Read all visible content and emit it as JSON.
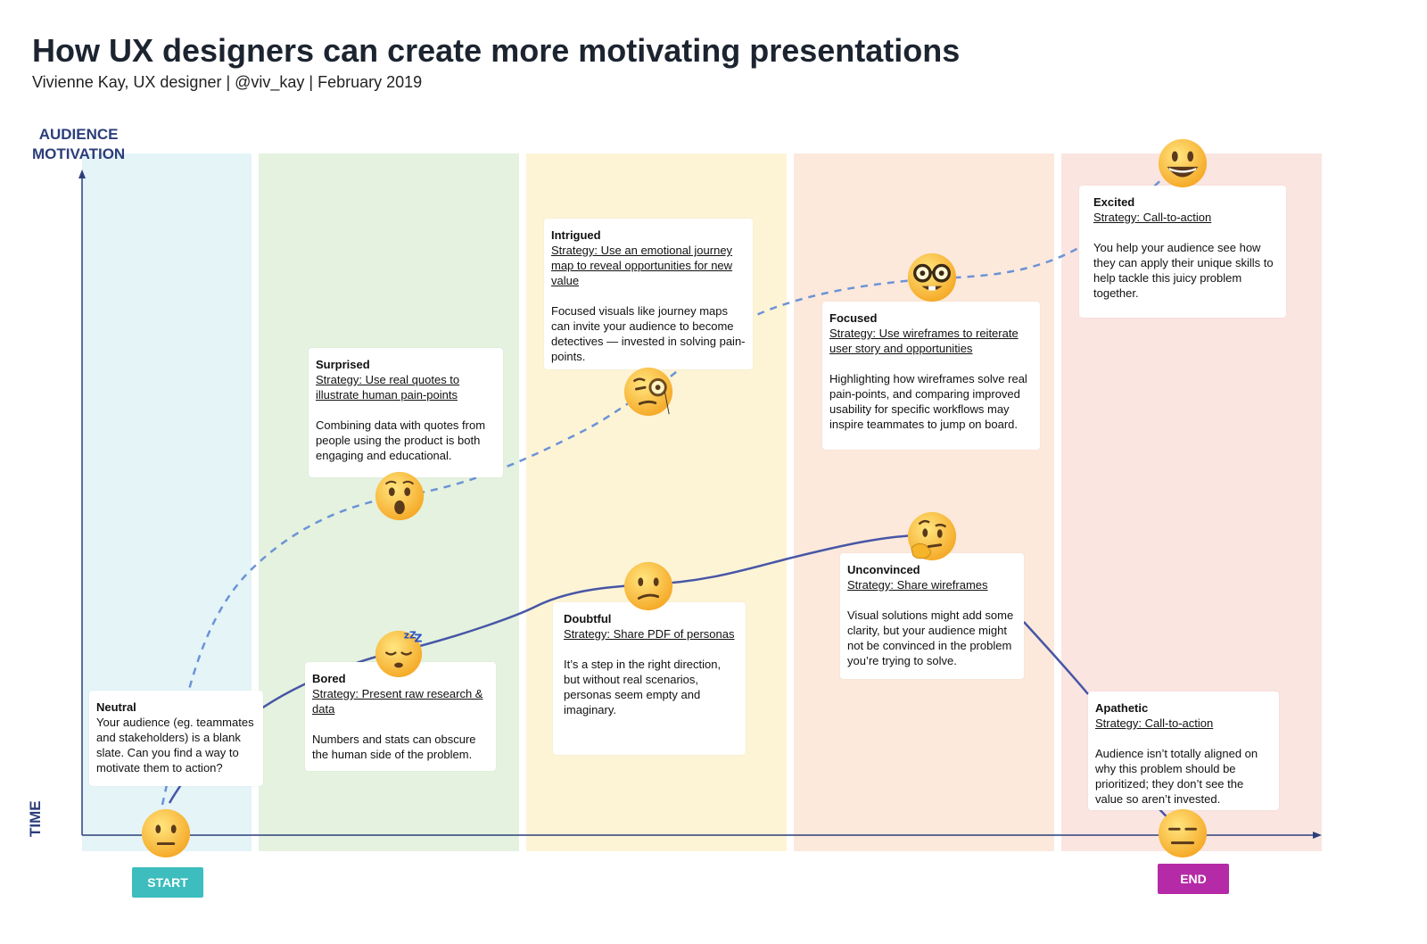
{
  "header": {
    "title": "How UX designers can create more motivating presentations",
    "subtitle": "Vivienne Kay, UX designer | @viv_kay | February 2019"
  },
  "axes": {
    "y_label_line1": "AUDIENCE",
    "y_label_line2": "MOTIVATION",
    "x_label": "TIME"
  },
  "markers": {
    "start": "START",
    "end": "END"
  },
  "colors": {
    "band1": "#e4f4f7",
    "band2": "#e4f2df",
    "band3": "#fdf4d6",
    "band4": "#fce9dc",
    "band5": "#fbe5e1",
    "dashed_line": "#6c93d6",
    "solid_line": "#4756a6",
    "axis": "#2c3e7a",
    "start_pill": "#3dbdbd",
    "end_pill": "#b52aa6"
  },
  "cards": {
    "neutral": {
      "heading": "Neutral",
      "strategy": "",
      "description": "Your audience (eg. teammates and stakeholders) is a blank slate. Can you find a way to motivate them to action?",
      "emoji": "neutral-face"
    },
    "bored": {
      "heading": "Bored",
      "strategy": "Strategy: Present raw research & data",
      "description": "Numbers and stats can obscure the human side of the problem.",
      "emoji": "sleeping-face"
    },
    "surprised": {
      "heading": "Surprised",
      "strategy": "Strategy: Use real quotes to illustrate human pain-points",
      "description": "Combining data with quotes from people using the product is both engaging and educational.",
      "emoji": "surprised-face"
    },
    "doubtful": {
      "heading": "Doubtful",
      "strategy": "Strategy: Share PDF of personas",
      "description": "It’s a step in the right direction, but without real scenarios, personas seem empty and imaginary.",
      "emoji": "confused-face"
    },
    "intrigued": {
      "heading": "Intrigued",
      "strategy": "Strategy: Use an emotional journey map to reveal opportunities for new value",
      "description": "Focused visuals like journey maps can invite your audience to become detectives — invested in solving pain-points.",
      "emoji": "monocle-face"
    },
    "unconvinced": {
      "heading": "Unconvinced",
      "strategy": "Strategy: Share wireframes",
      "description": "Visual solutions might add some clarity, but your audience might not be convinced in the problem you’re trying to solve.",
      "emoji": "thinking-face"
    },
    "focused": {
      "heading": "Focused",
      "strategy": "Strategy: Use wireframes to reiterate user story and opportunities",
      "description": "Highlighting how wireframes solve real pain-points, and comparing improved usability for specific workflows may inspire teammates to jump on board.",
      "emoji": "nerd-face"
    },
    "excited": {
      "heading": "Excited",
      "strategy": "Strategy: Call-to-action",
      "description": "You help your audience see how they can apply their unique skills to help tackle this juicy problem together.",
      "emoji": "grinning-face"
    },
    "apathetic": {
      "heading": "Apathetic",
      "strategy": "Strategy: Call-to-action",
      "description": "Audience isn’t totally aligned on why this problem should be prioritized; they don’t see the value so aren’t invested.",
      "emoji": "expressionless-face"
    }
  }
}
